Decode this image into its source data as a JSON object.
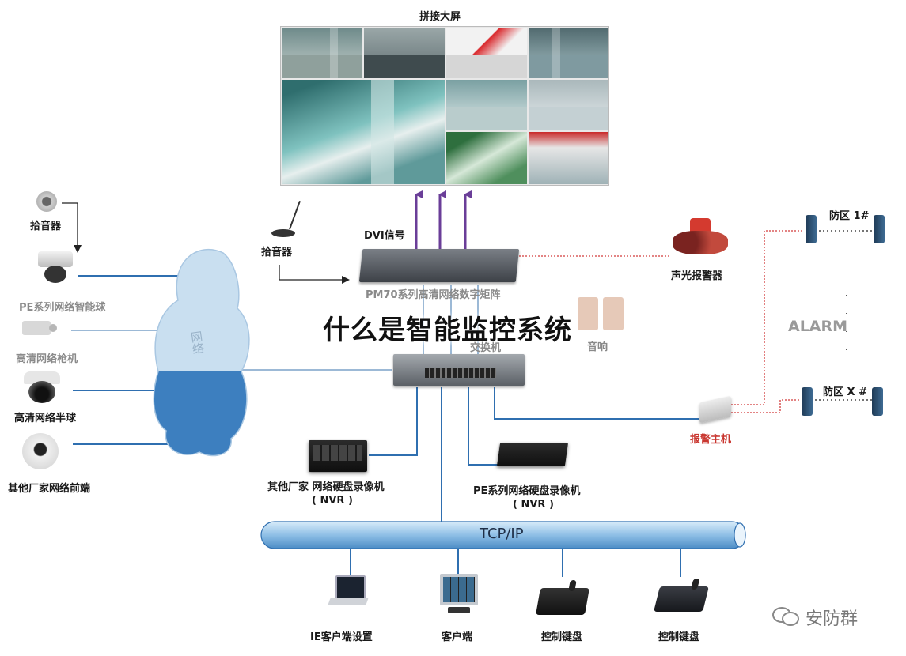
{
  "labels": {
    "video_wall": "拼接大屏",
    "dvi": "DVI信号",
    "mic_left": "拾音器",
    "mic_center": "拾音器",
    "matrix": "PM70系列高清网络数字矩阵",
    "switch": "交换机",
    "speaker": "音响",
    "siren": "声光报警器",
    "ptz": "PE系列网络智能球",
    "bullet": "高清网络枪机",
    "dome": "高清网络半球",
    "other_front": "其他厂家网络前端",
    "network": "网络",
    "nvr_other": "其他厂家 网络硬盘录像机",
    "nvr_other_sub": "( NVR )",
    "nvr_pe": "PE系列网络硬盘录像机",
    "nvr_pe_sub": "( NVR )",
    "tcpip": "TCP/IP",
    "ie_client": "IE客户端设置",
    "client": "客户端",
    "keyboard1": "控制键盘",
    "keyboard2": "控制键盘",
    "alarm_host": "报警主机",
    "alarm": "ALARM",
    "zone1": "防区 1#",
    "zonex": "防区 X #",
    "watermark": "安防群"
  },
  "headline": "什么是智能监控系统",
  "colors": {
    "blue_line": "#2f6fb0",
    "purple_arrow": "#6a3e98",
    "red_dotted": "#d23a3a",
    "cloud_top": "#c9dff0",
    "cloud_bottom": "#3d7fbf",
    "pipe": "#8fbfe6"
  }
}
